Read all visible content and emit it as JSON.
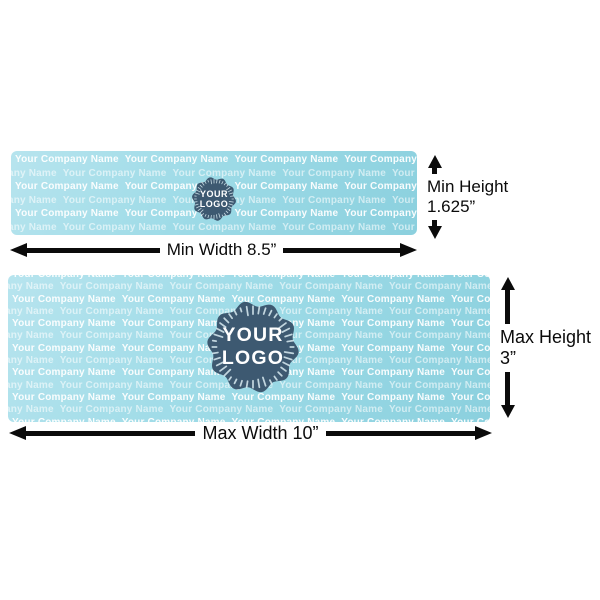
{
  "colors": {
    "banner_bg_light": "#b7e4ee",
    "banner_bg_mid": "#9edbe7",
    "banner_bg_dark": "#8bd0de",
    "pattern_text": "#ffffff",
    "badge_fill": "#3d5971",
    "badge_tick": "#d9ebf1",
    "arrow": "#0b0b0b"
  },
  "pattern": {
    "text": "Your Company Name",
    "repeats": 7,
    "min_rows": 6,
    "max_rows": 13
  },
  "badge": {
    "line1": "YOUR",
    "line2": "LOGO"
  },
  "min_banner": {
    "width_label": "Min Width 8.5”",
    "height_label_line1": "Min Height",
    "height_label_line2": "1.625”"
  },
  "max_banner": {
    "width_label": "Max Width 10”",
    "height_label_line1": "Max Height",
    "height_label_line2": "3”"
  }
}
